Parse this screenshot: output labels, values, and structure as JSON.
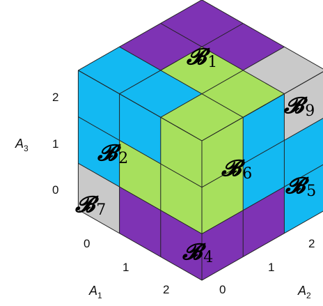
{
  "palette": {
    "purple": "#7e33b4",
    "cyan": "#13b9f2",
    "green": "#a7e05d",
    "gray": "#c9c9c9"
  },
  "blocks": {
    "b1": {
      "letter": "𝓑",
      "index": "1",
      "color": "purple"
    },
    "b2": {
      "letter": "𝓑",
      "index": "2",
      "color": "cyan"
    },
    "b4": {
      "letter": "𝓑",
      "index": "4",
      "color": "purple"
    },
    "b5": {
      "letter": "𝓑",
      "index": "5",
      "color": "cyan"
    },
    "b6": {
      "letter": "𝓑",
      "index": "6",
      "color": "green"
    },
    "b7": {
      "letter": "𝓑",
      "index": "7",
      "color": "gray"
    },
    "b9": {
      "letter": "𝓑",
      "index": "9",
      "color": "gray"
    }
  },
  "axes": {
    "a1": {
      "name": "A",
      "sub": "1",
      "ticks": [
        "0",
        "1",
        "2"
      ]
    },
    "a2": {
      "name": "A",
      "sub": "2",
      "ticks": [
        "0",
        "1",
        "2"
      ]
    },
    "a3": {
      "name": "A",
      "sub": "3",
      "ticks": [
        "0",
        "1",
        "2"
      ]
    }
  }
}
